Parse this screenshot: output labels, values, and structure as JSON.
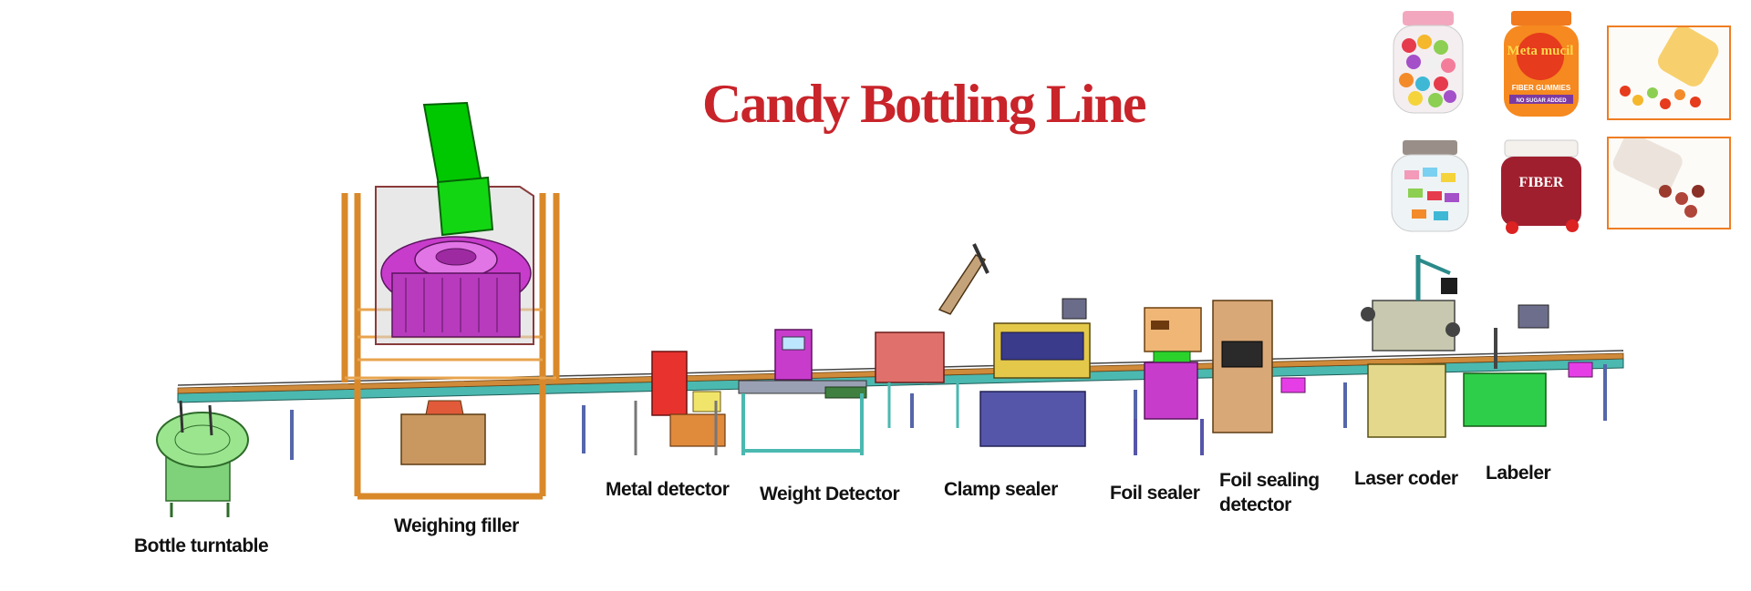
{
  "title": "Candy Bottling Line",
  "products": [
    {
      "name": "jellybean-jar"
    },
    {
      "name": "metamucil-fiber-gummies",
      "brand": "Meta mucil",
      "product": "FIBER GUMMIES",
      "banner": "NO SUGAR ADDED"
    },
    {
      "name": "gummy-bears-spilling"
    },
    {
      "name": "wrapped-candy-jar"
    },
    {
      "name": "fiber-gummy-jar",
      "product": "FIBER"
    },
    {
      "name": "gummy-bears-bottle-tipped"
    }
  ],
  "stations": [
    {
      "name": "bottle-turntable",
      "label": "Bottle  turntable"
    },
    {
      "name": "weighing-filler",
      "label": "Weighing filler"
    },
    {
      "name": "metal-detector",
      "label": "Metal detector"
    },
    {
      "name": "weight-detector",
      "label": "Weight Detector"
    },
    {
      "name": "clamp-sealer",
      "label": "Clamp sealer"
    },
    {
      "name": "foil-sealer",
      "label": "Foil sealer"
    },
    {
      "name": "foil-sealing-detector",
      "label_line1": "Foil sealing",
      "label_line2": "detector"
    },
    {
      "name": "laser-coder",
      "label": "Laser coder"
    },
    {
      "name": "labeler",
      "label": "Labeler"
    }
  ],
  "colors": {
    "title": "#c8242a",
    "frame": "#d9892a",
    "conveyor": "#4bb9b0",
    "hopper": "#00c800",
    "weigher": "#c83ccc",
    "thumb_border": "#ef7d22"
  }
}
